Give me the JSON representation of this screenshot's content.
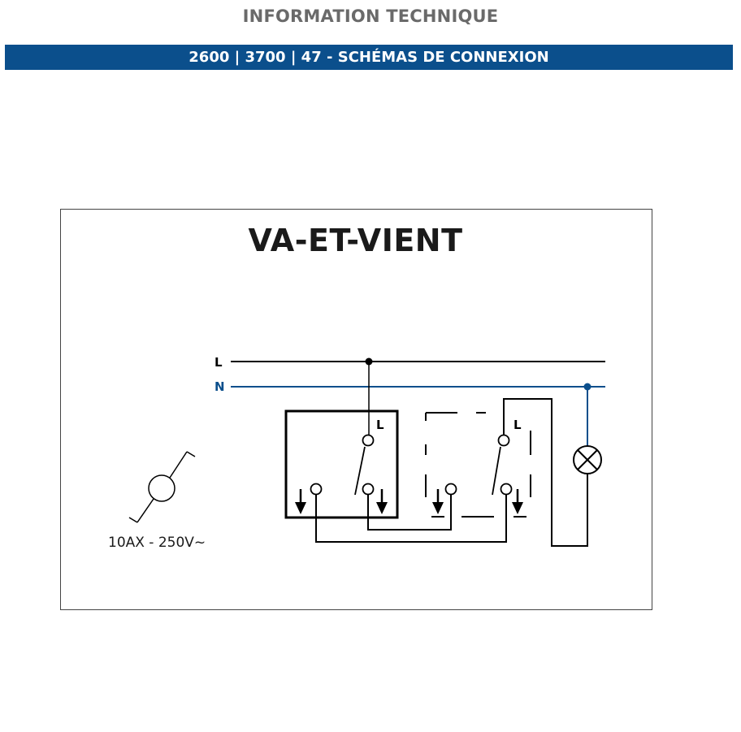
{
  "header": {
    "title": "INFORMATION TECHNIQUE",
    "banner": "2600 | 3700 | 47 - SCHÉMAS DE CONNEXION"
  },
  "diagram": {
    "title": "VA-ET-VIENT",
    "line_label": "L",
    "neutral_label": "N",
    "switch1_terminal": "L",
    "switch2_terminal": "L",
    "rating": "10AX - 250V~"
  },
  "colors": {
    "banner": "#0b4f8c",
    "neutral": "#0b4f8c",
    "line": "#000000",
    "header_text": "#6a6a6a"
  }
}
